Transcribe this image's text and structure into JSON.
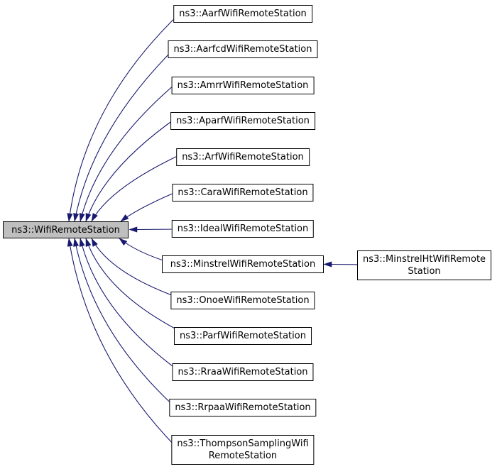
{
  "diagram": {
    "kind": "class-inheritance-graph",
    "base_class": {
      "label": "ns3::WifiRemoteStation"
    },
    "derived_classes": [
      {
        "label": "ns3::AarfWifiRemoteStation"
      },
      {
        "label": "ns3::AarfcdWifiRemoteStation"
      },
      {
        "label": "ns3::AmrrWifiRemoteStation"
      },
      {
        "label": "ns3::AparfWifiRemoteStation"
      },
      {
        "label": "ns3::ArfWifiRemoteStation"
      },
      {
        "label": "ns3::CaraWifiRemoteStation"
      },
      {
        "label": "ns3::IdealWifiRemoteStation"
      },
      {
        "label": "ns3::MinstrelWifiRemoteStation"
      },
      {
        "label": "ns3::OnoeWifiRemoteStation"
      },
      {
        "label": "ns3::ParfWifiRemoteStation"
      },
      {
        "label": "ns3::RraaWifiRemoteStation"
      },
      {
        "label": "ns3::RrpaaWifiRemoteStation"
      },
      {
        "label": "ns3::ThompsonSamplingWifi\nRemoteStation"
      }
    ],
    "second_level": [
      {
        "label": "ns3::MinstrelHtWifiRemote\nStation",
        "parent": "ns3::MinstrelWifiRemoteStation"
      }
    ],
    "edges": [
      {
        "from": "ns3::AarfWifiRemoteStation",
        "to": "ns3::WifiRemoteStation"
      },
      {
        "from": "ns3::AarfcdWifiRemoteStation",
        "to": "ns3::WifiRemoteStation"
      },
      {
        "from": "ns3::AmrrWifiRemoteStation",
        "to": "ns3::WifiRemoteStation"
      },
      {
        "from": "ns3::AparfWifiRemoteStation",
        "to": "ns3::WifiRemoteStation"
      },
      {
        "from": "ns3::ArfWifiRemoteStation",
        "to": "ns3::WifiRemoteStation"
      },
      {
        "from": "ns3::CaraWifiRemoteStation",
        "to": "ns3::WifiRemoteStation"
      },
      {
        "from": "ns3::IdealWifiRemoteStation",
        "to": "ns3::WifiRemoteStation"
      },
      {
        "from": "ns3::MinstrelWifiRemoteStation",
        "to": "ns3::WifiRemoteStation"
      },
      {
        "from": "ns3::OnoeWifiRemoteStation",
        "to": "ns3::WifiRemoteStation"
      },
      {
        "from": "ns3::ParfWifiRemoteStation",
        "to": "ns3::WifiRemoteStation"
      },
      {
        "from": "ns3::RraaWifiRemoteStation",
        "to": "ns3::WifiRemoteStation"
      },
      {
        "from": "ns3::RrpaaWifiRemoteStation",
        "to": "ns3::WifiRemoteStation"
      },
      {
        "from": "ns3::ThompsonSamplingWifiRemoteStation",
        "to": "ns3::WifiRemoteStation"
      },
      {
        "from": "ns3::MinstrelHtWifiRemoteStation",
        "to": "ns3::MinstrelWifiRemoteStation"
      }
    ],
    "colors": {
      "edge": "#191970",
      "node_border": "#000000",
      "node_fill": "#ffffff",
      "highlight_fill": "#bfbfbf",
      "text": "#000000",
      "background": "#ffffff"
    }
  }
}
